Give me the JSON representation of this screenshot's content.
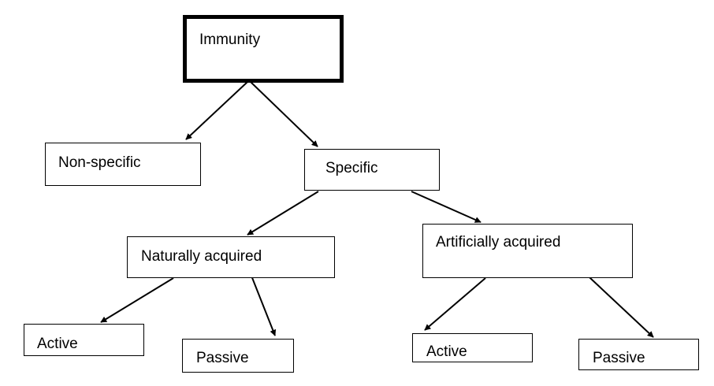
{
  "diagram": {
    "nodes": {
      "immunity": "Immunity",
      "non_specific": "Non-specific",
      "specific": "Specific",
      "naturally_acquired": "Naturally acquired",
      "artificially_acquired": "Artificially acquired",
      "natural_active": "Active",
      "natural_passive": "Passive",
      "artificial_active": "Active",
      "artificial_passive": "Passive"
    },
    "edges": [
      {
        "from": "immunity",
        "to": "non_specific"
      },
      {
        "from": "immunity",
        "to": "specific"
      },
      {
        "from": "specific",
        "to": "naturally_acquired"
      },
      {
        "from": "specific",
        "to": "artificially_acquired"
      },
      {
        "from": "naturally_acquired",
        "to": "natural_active"
      },
      {
        "from": "naturally_acquired",
        "to": "natural_passive"
      },
      {
        "from": "artificially_acquired",
        "to": "artificial_active"
      },
      {
        "from": "artificially_acquired",
        "to": "artificial_passive"
      }
    ],
    "colors": {
      "line": "#000000",
      "box_fill": "#ffffff",
      "text": "#000000"
    }
  }
}
